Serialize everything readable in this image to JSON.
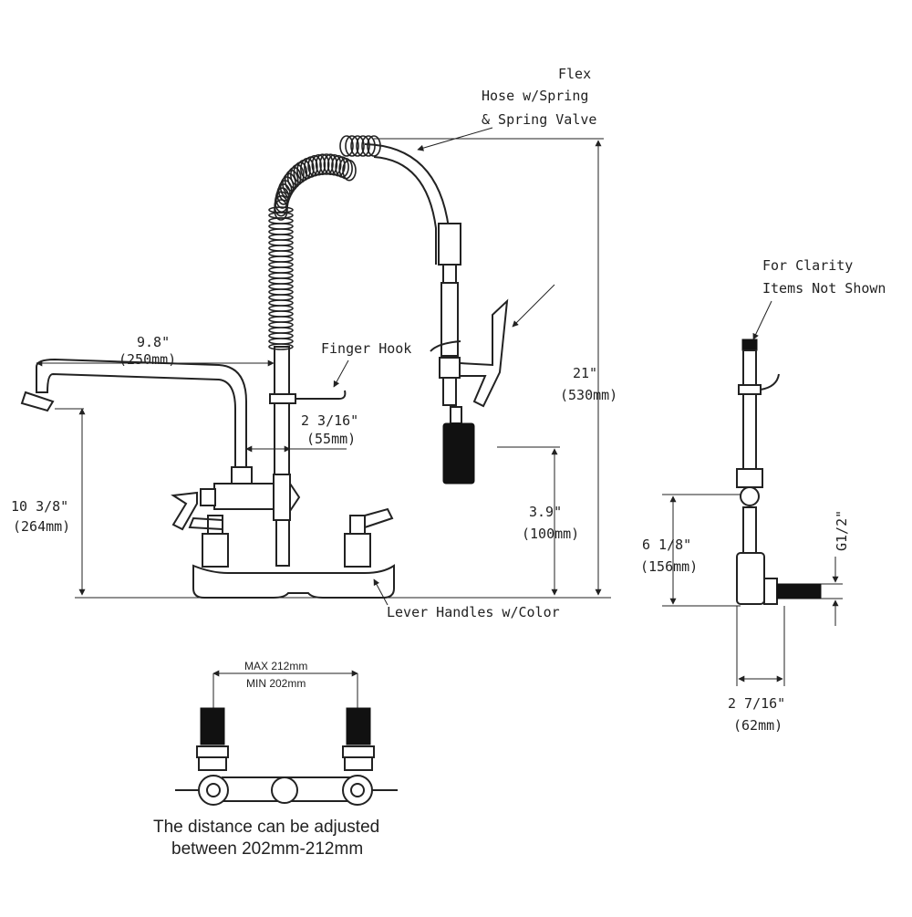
{
  "labels": {
    "flex_line1": "Flex",
    "flex_line2": "Hose w/Spring",
    "flex_line3": "& Spring Valve",
    "clarity_line1": "For Clarity",
    "clarity_line2": "Items Not Shown",
    "finger_hook": "Finger Hook",
    "lever_handles": "Lever Handles w/Color",
    "g_thread": "G1/2\""
  },
  "dimensions": {
    "spout_reach": "9.8\"",
    "spout_reach_mm": "(250mm)",
    "total_height": "21\"",
    "total_height_mm": "(530mm)",
    "spout_height": "10 3/8\"",
    "spout_height_mm": "(264mm)",
    "hook_offset": "2  3/16\"",
    "hook_offset_mm": "(55mm)",
    "spray_height": "3.9\"",
    "spray_height_mm": "(100mm)",
    "side_height": "6 1/8\"",
    "side_height_mm": "(156mm)",
    "side_depth": "2  7/16\"",
    "side_depth_mm": "(62mm)",
    "max_span": "MAX 212mm",
    "min_span": "MIN 202mm"
  },
  "caption": {
    "line1": "The distance can be adjusted",
    "line2": "between 202mm-212mm"
  },
  "colors": {
    "ink": "#222222",
    "background": "#ffffff"
  }
}
